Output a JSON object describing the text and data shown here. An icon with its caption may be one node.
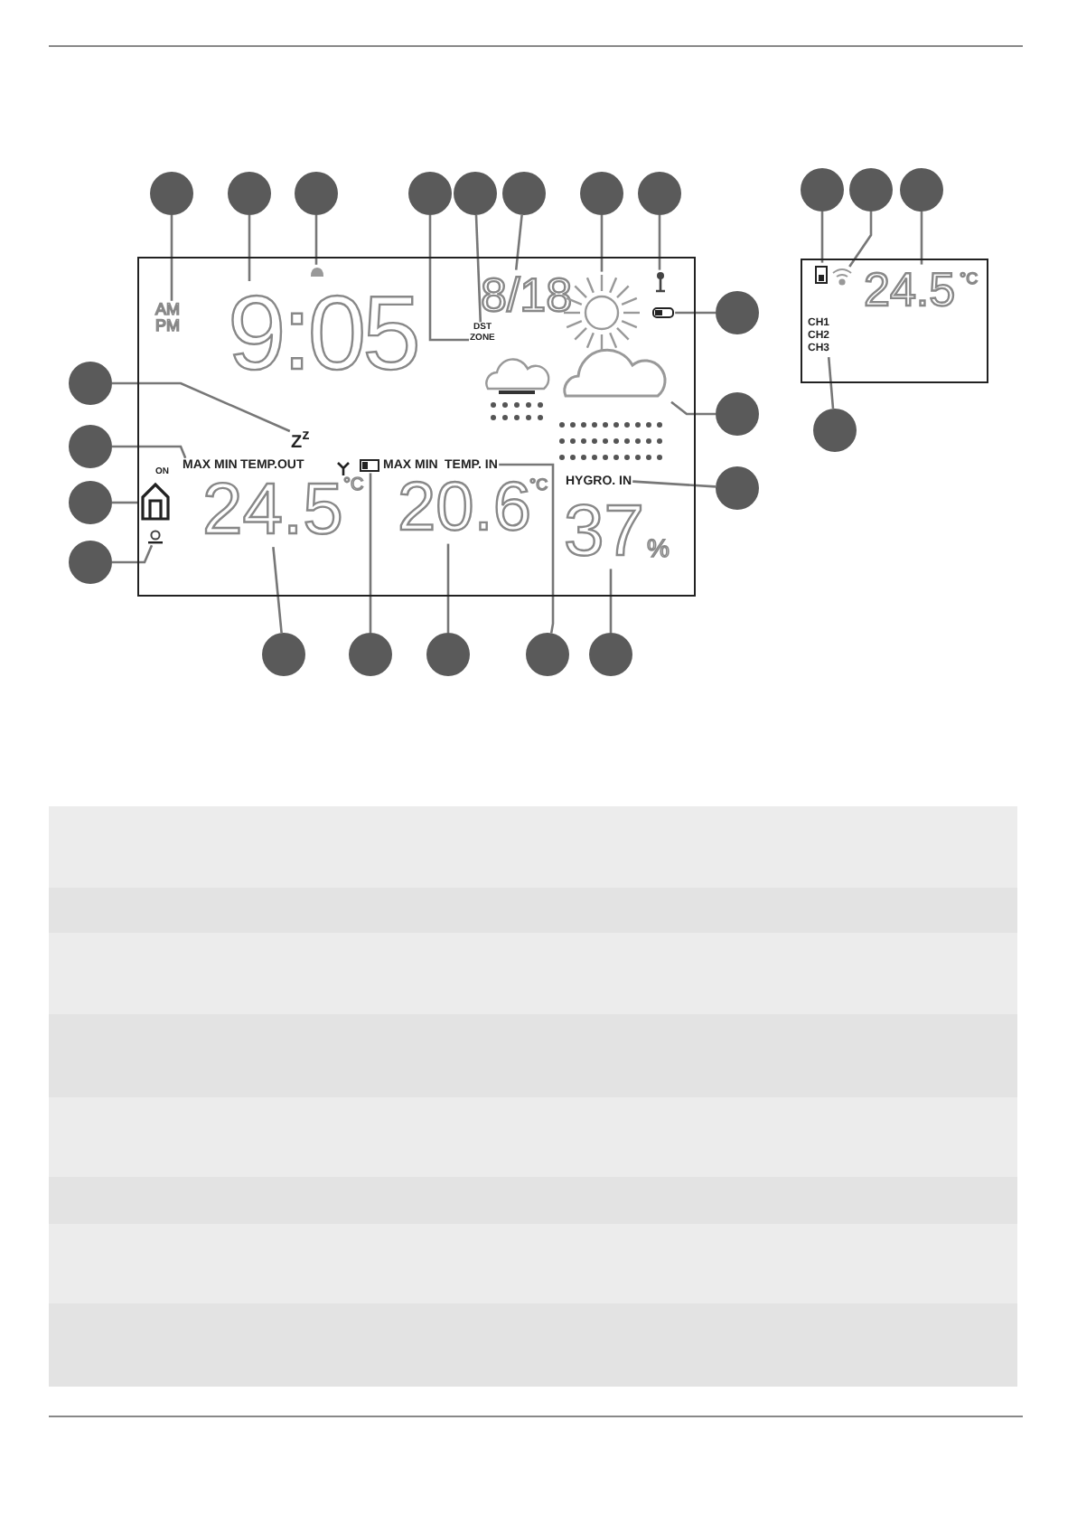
{
  "diagram": {
    "nodes": [
      {
        "text": [],
        "shape": "circle"
      },
      {
        "text": [],
        "shape": "circle"
      },
      {
        "text": [],
        "shape": "circle"
      },
      {
        "text": [],
        "shape": "circle"
      },
      {
        "text": [],
        "shape": "circle"
      },
      {
        "text": [],
        "shape": "circle"
      },
      {
        "text": [],
        "shape": "circle"
      },
      {
        "text": [],
        "shape": "circle"
      },
      {
        "text": [],
        "shape": "circle"
      },
      {
        "text": [],
        "shape": "circle"
      },
      {
        "text": [],
        "shape": "circle"
      },
      {
        "text": [],
        "shape": "circle"
      },
      {
        "text": [],
        "shape": "circle"
      },
      {
        "text": [],
        "shape": "circle"
      },
      {
        "text": [],
        "shape": "circle"
      },
      {
        "text": [],
        "shape": "circle"
      },
      {
        "text": [],
        "shape": "circle"
      },
      {
        "text": [],
        "shape": "circle"
      },
      {
        "text": [],
        "shape": "circle"
      },
      {
        "text": [],
        "shape": "circle"
      },
      {
        "text": [],
        "shape": "circle"
      },
      {
        "text": [],
        "shape": "circle"
      },
      {
        "text": [],
        "shape": "circle"
      },
      {
        "text": [],
        "shape": "circle"
      },
      {
        "text": [
          "AM",
          "PM"
        ]
      },
      {
        "text": [
          "9:05"
        ]
      },
      {
        "text": [],
        "shape": "bell"
      },
      {
        "text": [
          "ZONE"
        ]
      },
      {
        "text": [
          "DST"
        ]
      },
      {
        "text": [
          "8/18"
        ]
      },
      {
        "text": [],
        "shape": "sun"
      },
      {
        "text": [],
        "shape": "antenna"
      },
      {
        "text": [],
        "shape": "battery"
      },
      {
        "text": [],
        "shape": "signal"
      },
      {
        "text": [
          "24.5"
        ]
      },
      {
        "text": [],
        "shape": "battery"
      },
      {
        "text": [
          "Z$^{z}$"
        ]
      },
      {
        "text": [],
        "shape": "cloud"
      },
      {
        "text": [
          "CH1",
          "CH2",
          "CH3"
        ]
      },
      {
        "text": [
          "MAX MIN"
        ]
      },
      {
        "text": [
          "HYGRO. IN"
        ]
      },
      {
        "text": [],
        "shape": "house",
        "beside": [
          "ON"
        ]
      },
      {
        "text": [],
        "shape": "circle"
      },
      {
        "text": [
          "24.5"
        ]
      },
      {
        "text": [],
        "shape": "battery"
      },
      {
        "text": [
          "20.6"
        ]
      },
      {
        "text": [
          "TEMP. IN"
        ]
      },
      {
        "text": [
          "37"
        ]
      }
    ],
    "edges": [
      {
        "from": 0,
        "to": 24,
        "arrow": "none"
      },
      {
        "from": 1,
        "to": 25,
        "arrow": "none"
      },
      {
        "from": 2,
        "to": 26,
        "arrow": "none"
      },
      {
        "from": 3,
        "to": 27,
        "arrow": "none"
      },
      {
        "from": 4,
        "to": 28,
        "arrow": "none"
      },
      {
        "from": 5,
        "to": 29,
        "arrow": "none"
      },
      {
        "from": 6,
        "to": 30,
        "arrow": "none"
      },
      {
        "from": 7,
        "to": 31,
        "arrow": "none"
      },
      {
        "from": 8,
        "to": 32,
        "arrow": "none"
      },
      {
        "from": 9,
        "to": 33,
        "arrow": "none"
      },
      {
        "from": 10,
        "to": 34,
        "arrow": "none"
      },
      {
        "from": 11,
        "to": 35,
        "arrow": "none"
      },
      {
        "from": 12,
        "to": 36,
        "arrow": "none"
      },
      {
        "from": 13,
        "to": 37,
        "arrow": "none"
      },
      {
        "from": 14,
        "to": 38,
        "arrow": "none"
      },
      {
        "from": 15,
        "to": 39,
        "arrow": "none"
      },
      {
        "from": 16,
        "to": 40,
        "arrow": "none"
      },
      {
        "from": 17,
        "to": 41,
        "arrow": "none"
      },
      {
        "from": 18,
        "to": 42,
        "arrow": "none"
      },
      {
        "from": 19,
        "to": 43,
        "arrow": "none"
      },
      {
        "from": 20,
        "to": 44,
        "arrow": "none"
      },
      {
        "from": 21,
        "to": 45,
        "arrow": "none"
      },
      {
        "from": 22,
        "to": 46,
        "arrow": "none"
      },
      {
        "from": 23,
        "to": 47,
        "arrow": "none"
      }
    ],
    "labels": [
      "TEMP.OUT",
      "MAX MIN",
      "°C",
      "°C",
      "%",
      "°C"
    ]
  }
}
